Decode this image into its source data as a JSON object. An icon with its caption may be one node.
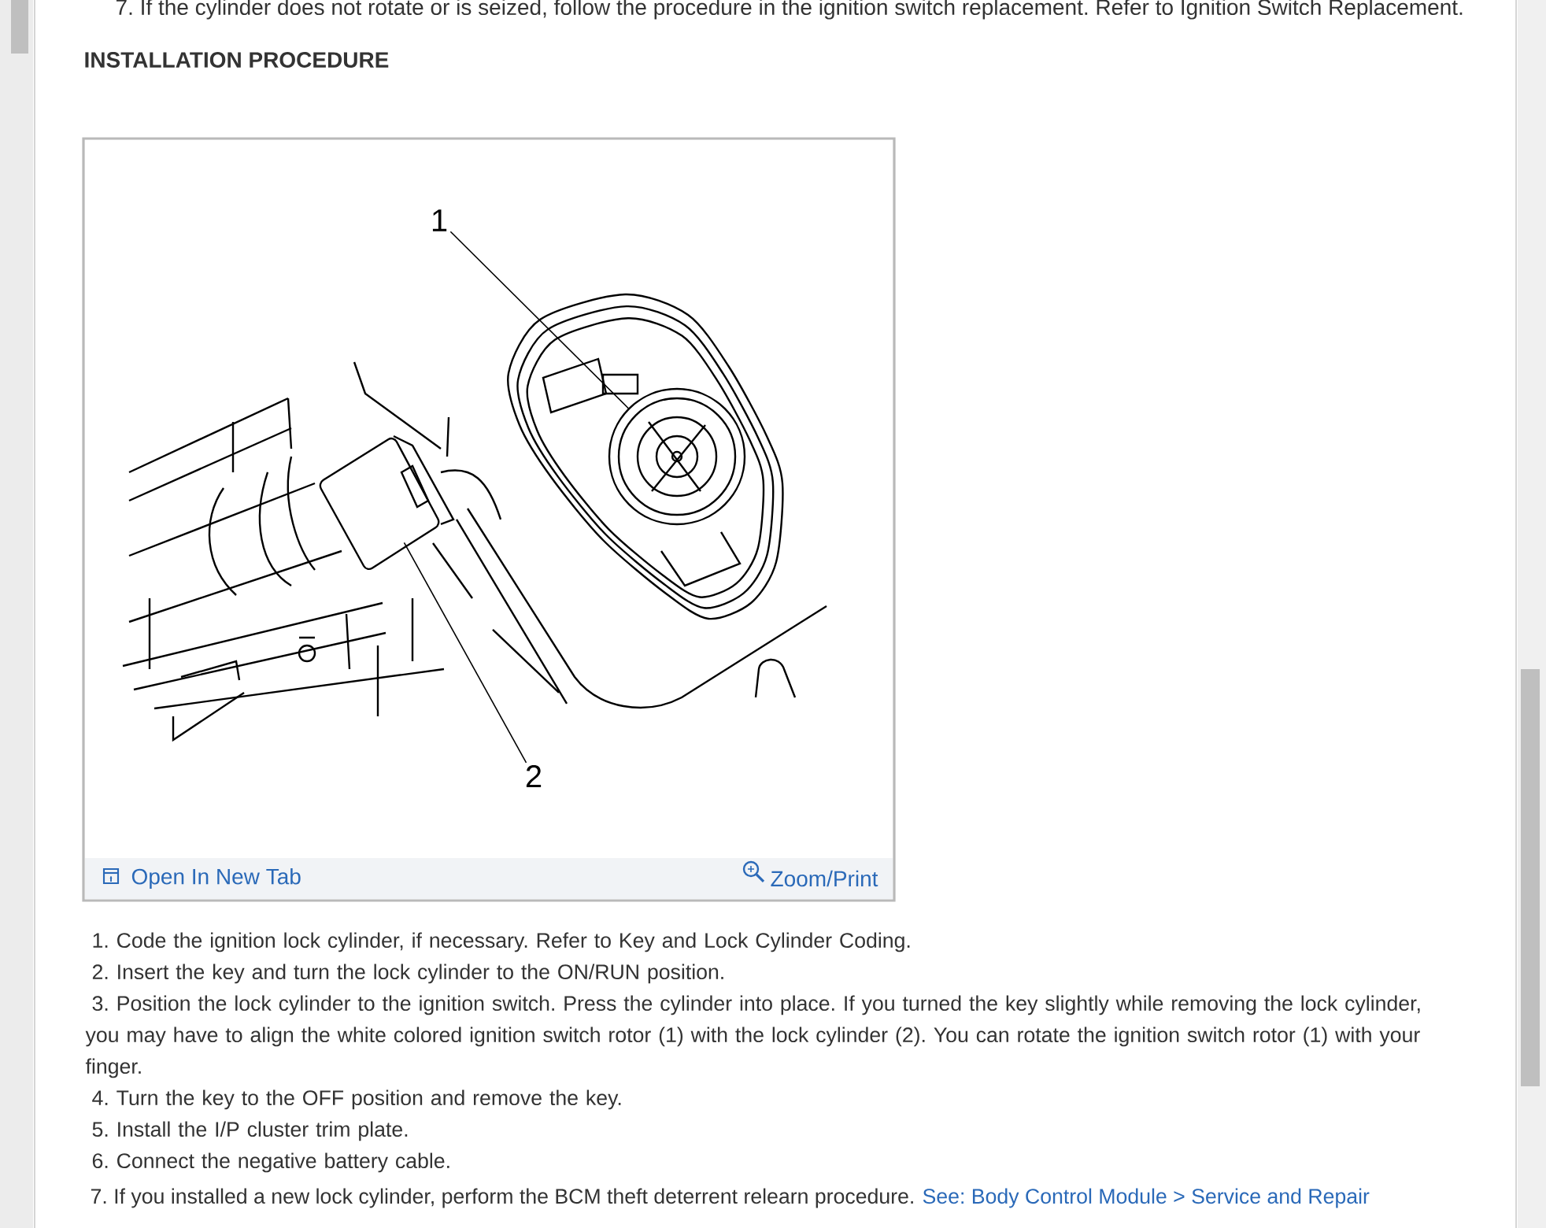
{
  "diagram": {
    "nodes": [
      {
        "text": [
          "1"
        ]
      },
      {
        "text": [],
        "shape": "picture"
      },
      {
        "text": [
          "2"
        ]
      },
      {
        "text": [],
        "shape": "picture"
      }
    ],
    "edges": [
      {
        "from": 0,
        "to": 3,
        "arrow": "none"
      },
      {
        "from": 2,
        "to": 1,
        "arrow": "none"
      }
    ],
    "labels": [
      "7. If the cylinder does not rotate or is seized, follow the procedure in the ignition switch replacement. Refer to Ignition Switch Replacement.",
      "INSTALLATION PROCEDURE",
      "Open In New Tab",
      "Zoom/Print",
      "1. Code the ignition lock cylinder, if necessary. Refer to Key and Lock Cylinder Coding.",
      "2. Insert the key and turn the lock cylinder to the ON/RUN position.",
      "3. Position the lock cylinder to the ignition switch. Press the cylinder into place. If you turned the key slightly while removing the lock cylinder, you may have to align the white colored ignition switch rotor (1) with the lock cylinder (2). You can rotate the ignition switch rotor (1) with your finger.",
      "4. Turn the key to the OFF position and remove the key.",
      "5. Install the I/P cluster trim plate.",
      "6. Connect the negative battery cable.",
      "7. If you installed a new lock cylinder, perform the BCM theft deterrent relearn procedure.",
      "See: Body Control Module > Service and Repair"
    ]
  }
}
